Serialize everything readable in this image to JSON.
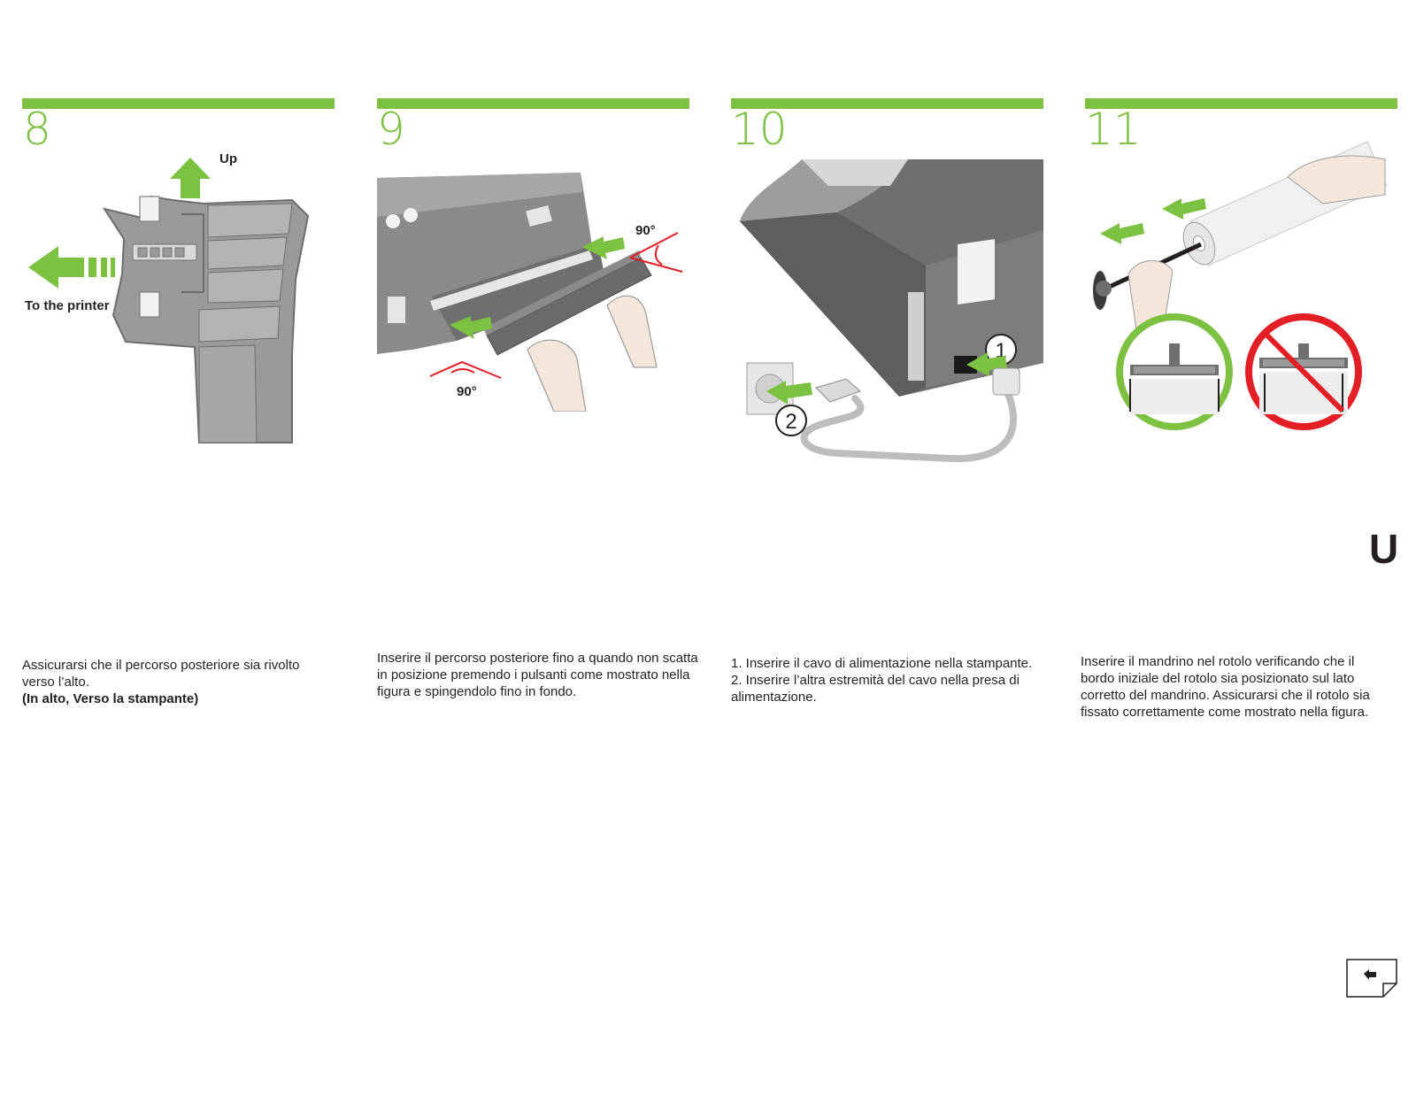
{
  "steps": [
    {
      "number": "8",
      "labels": {
        "up": "Up",
        "to_printer": "To the printer"
      },
      "caption_lines": [
        "Assicurarsi che il percorso posteriore sia rivolto",
        "verso l’alto."
      ],
      "caption_bold": "(In alto, Verso la stampante)"
    },
    {
      "number": "9",
      "labels": {
        "angle_top": "90°",
        "angle_bottom": "90°"
      },
      "caption_lines": [
        "Inserire il percorso posteriore fino a quando non scatta",
        "in posizione premendo i pulsanti come mostrato nella",
        "figura e spingendolo fino in fondo."
      ]
    },
    {
      "number": "10",
      "labels": {
        "callout_1": "1",
        "callout_2": "2"
      },
      "caption_lines": [
        "1. Inserire il cavo di alimentazione nella stampante.",
        "2. Inserire l’altra estremità del cavo nella presa di",
        "alimentazione."
      ]
    },
    {
      "number": "11",
      "caption_lines": [
        "Inserire il mandrino nel rotolo verificando che il",
        "bordo iniziale del rotolo sia posizionato sul lato",
        "corretto del mandrino. Assicurarsi che il rotolo sia",
        "fissato correttamente come mostrato nella figura."
      ]
    }
  ],
  "side_letter": "U",
  "icons": {
    "back": "back-arrow-page-icon",
    "correct": "correct-circle-icon",
    "incorrect": "prohibited-circle-icon"
  },
  "colors": {
    "accent": "#7dc142",
    "prohibited": "#e31e24",
    "text": "#231f20"
  }
}
